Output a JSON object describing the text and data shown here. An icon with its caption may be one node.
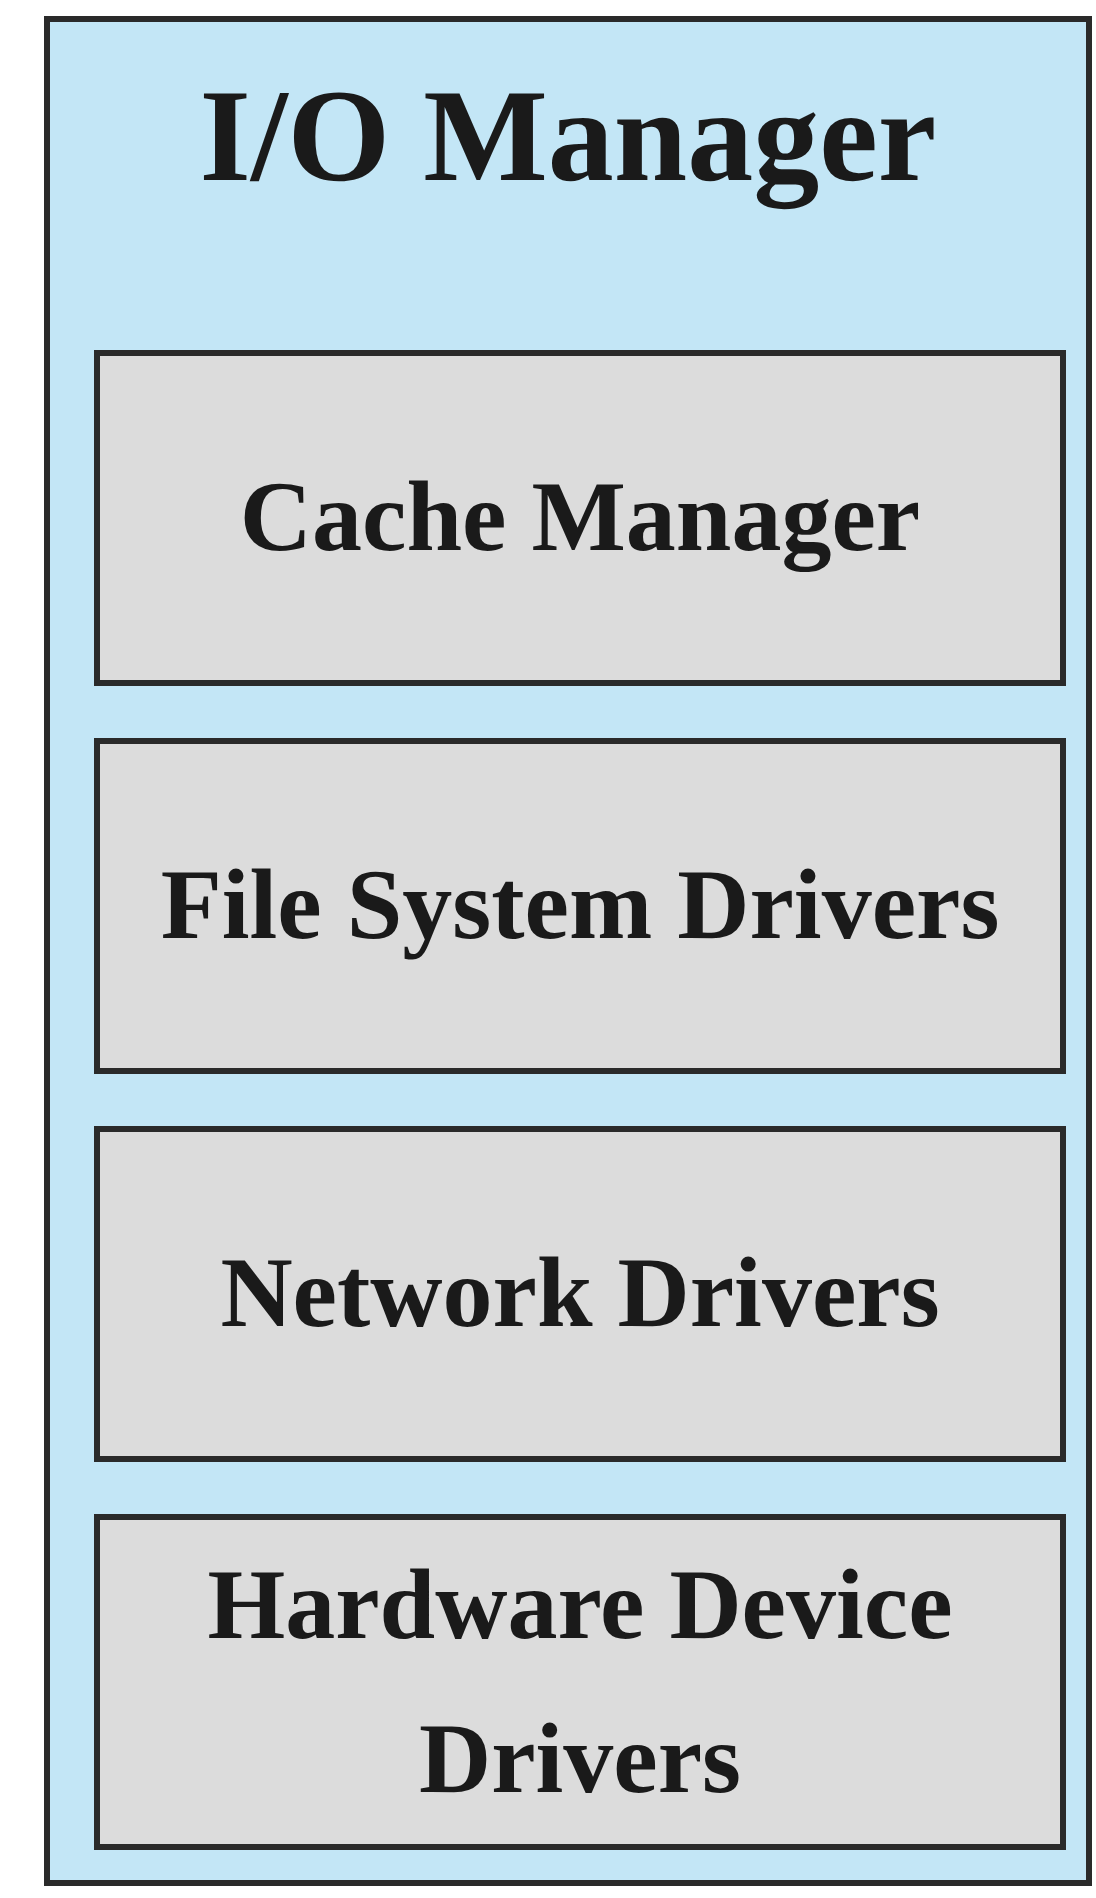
{
  "diagram": {
    "nodes": [
      {
        "text": [
          "I/O Manager"
        ]
      },
      {
        "text": [
          "Cache Manager"
        ],
        "in": 0
      },
      {
        "text": [
          "File System Drivers"
        ],
        "in": 0
      },
      {
        "text": [
          "Network Drivers"
        ],
        "in": 0
      },
      {
        "text": [
          "Hardware Device Drivers"
        ],
        "in": 0
      }
    ]
  }
}
